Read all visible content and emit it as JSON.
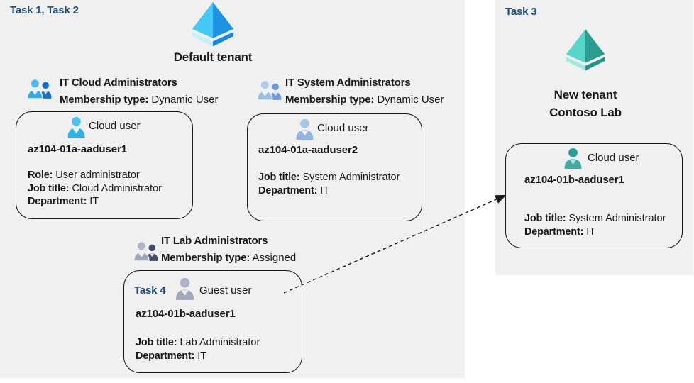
{
  "tasks": {
    "t12": "Task 1, Task 2",
    "t3": "Task 3",
    "t4": "Task 4"
  },
  "tenants": {
    "default_label": "Default tenant",
    "new_line1": "New tenant",
    "new_line2": "Contoso Lab"
  },
  "groups": [
    {
      "name": "IT Cloud Administrators",
      "membership_label": "Membership type:",
      "membership_value": " Dynamic User"
    },
    {
      "name": "IT System Administrators",
      "membership_label": "Membership type:",
      "membership_value": " Dynamic User"
    },
    {
      "name": "IT Lab Administrators",
      "membership_label": "Membership type:",
      "membership_value": " Assigned"
    }
  ],
  "users": [
    {
      "type_label": "Cloud user",
      "name": "az104-01a-aaduser1",
      "role_label": "Role:",
      "role_value": " User administrator",
      "job_label": "Job title:",
      "job_value": " Cloud Administrator",
      "dept_label": "Department:",
      "dept_value": " IT"
    },
    {
      "type_label": "Cloud user",
      "name": "az104-01a-aaduser2",
      "job_label": "Job title:",
      "job_value": " System Administrator",
      "dept_label": "Department:",
      "dept_value": " IT"
    },
    {
      "type_label": "Guest user",
      "name": "az104-01b-aaduser1",
      "job_label": "Job title:",
      "job_value": " Lab Administrator",
      "dept_label": "Department:",
      "dept_value": " IT"
    },
    {
      "type_label": "Cloud user",
      "name": "az104-01b-aaduser1",
      "job_label": "Job title:",
      "job_value": " System Administrator",
      "dept_label": "Department:",
      "dept_value": " IT"
    }
  ],
  "colors": {
    "panel_bg": "#f0f0f0",
    "task_text": "#1f4e79",
    "box_border": "#1a1a1a",
    "aad_blue_light": "#45c8f5",
    "aad_blue_dark": "#1e93e4",
    "aad_blue_base_light": "#c5effd",
    "aad_blue_base_dark": "#1b87e0",
    "aad_teal_light": "#55d6c9",
    "aad_teal_dark": "#2d9c90",
    "cloud_user_cyan": "#29b5ea",
    "cloud_user_periwinkle": "#92b5e2",
    "guest_user_gray": "#a3a7bc",
    "cloud_user_teal": "#44aba1",
    "group_blue": "#35ace6",
    "group_blue_dark": "#1a6fc4",
    "group_periwinkle": "#9dbce2",
    "group_gray": "#a2a6bd"
  }
}
